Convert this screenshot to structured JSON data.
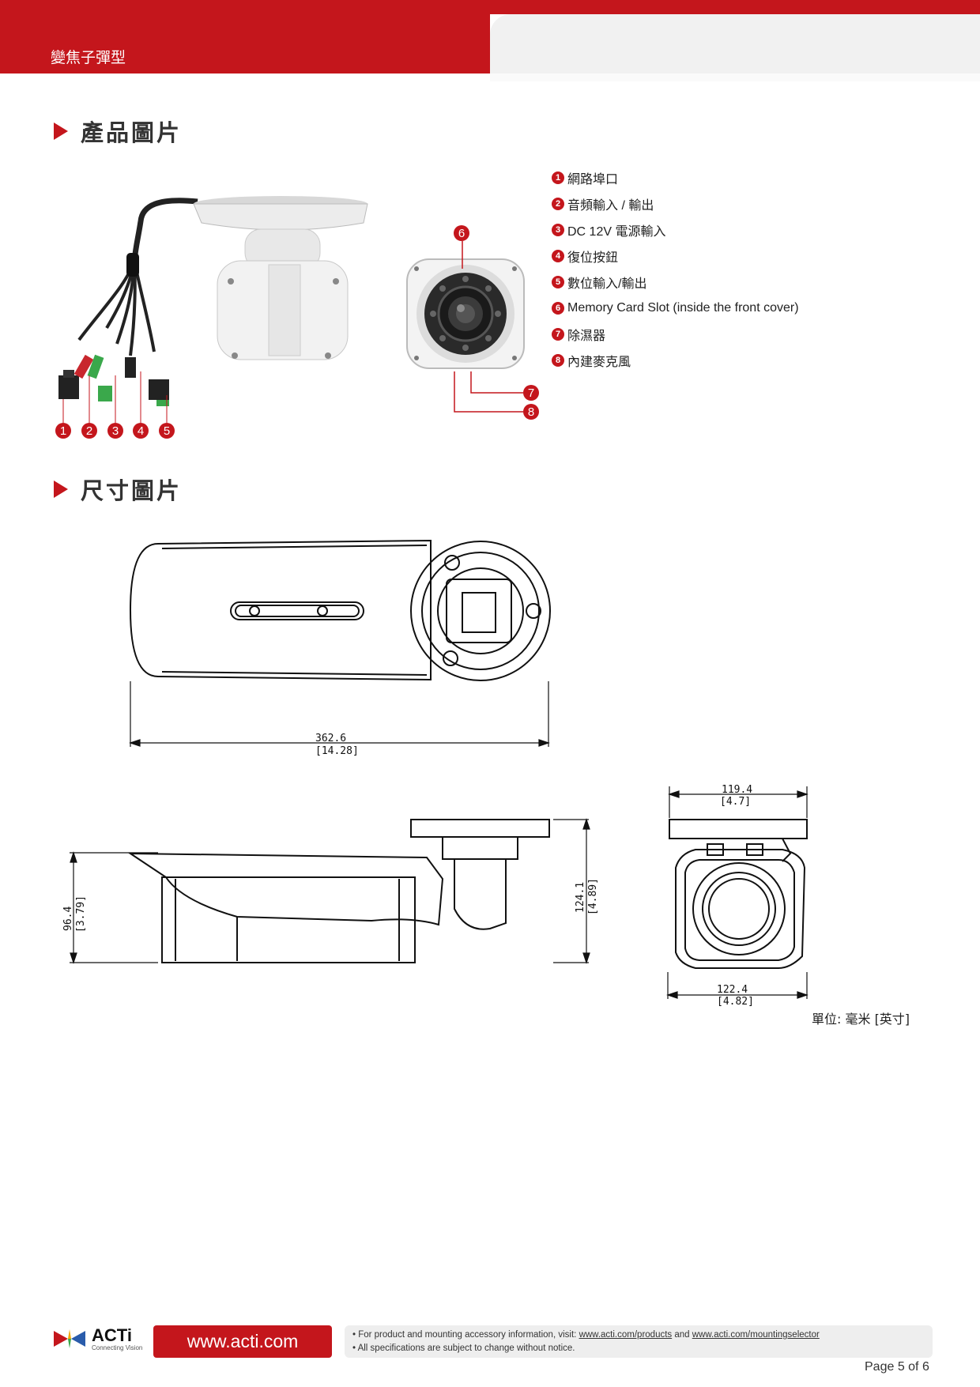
{
  "header": {
    "title": "變焦子彈型"
  },
  "sections": {
    "product_photo": "產品圖片",
    "dimension_drawing": "尺寸圖片"
  },
  "legend": [
    {
      "num": "1",
      "label": "網路埠口"
    },
    {
      "num": "2",
      "label": "音頻輸入 / 輸出"
    },
    {
      "num": "3",
      "label": "DC 12V 電源輸入"
    },
    {
      "num": "4",
      "label": "復位按鈕"
    },
    {
      "num": "5",
      "label": "數位輸入/輸出"
    },
    {
      "num": "6",
      "label": "Memory Card Slot (inside the front cover)"
    },
    {
      "num": "7",
      "label": "除濕器"
    },
    {
      "num": "8",
      "label": "內建麥克風"
    }
  ],
  "callouts": [
    "1",
    "2",
    "3",
    "4",
    "5",
    "6",
    "7",
    "8"
  ],
  "dimensions": {
    "length_mm": "362.6",
    "length_in": "[14.28]",
    "height_mm": "96.4",
    "height_in": "[3.79]",
    "total_height_mm": "124.1",
    "total_height_in": "[4.89]",
    "top_width_mm": "119.4",
    "top_width_in": "[4.7]",
    "body_width_mm": "122.4",
    "body_width_in": "[4.82]"
  },
  "unit_note": "單位: 毫米 [英寸]",
  "footer": {
    "logo_text": "ACTi",
    "logo_sub": "Connecting Vision",
    "url": "www.acti.com",
    "note_prefix": "• For product and mounting accessory information, visit:",
    "link1": "www.acti.com/products",
    "note_and": "and",
    "link2": "www.acti.com/mountingselector",
    "note2": "• All specifications are subject to change without notice.",
    "page": "Page 5 of 6"
  },
  "colors": {
    "brand_red": "#c4161c"
  }
}
